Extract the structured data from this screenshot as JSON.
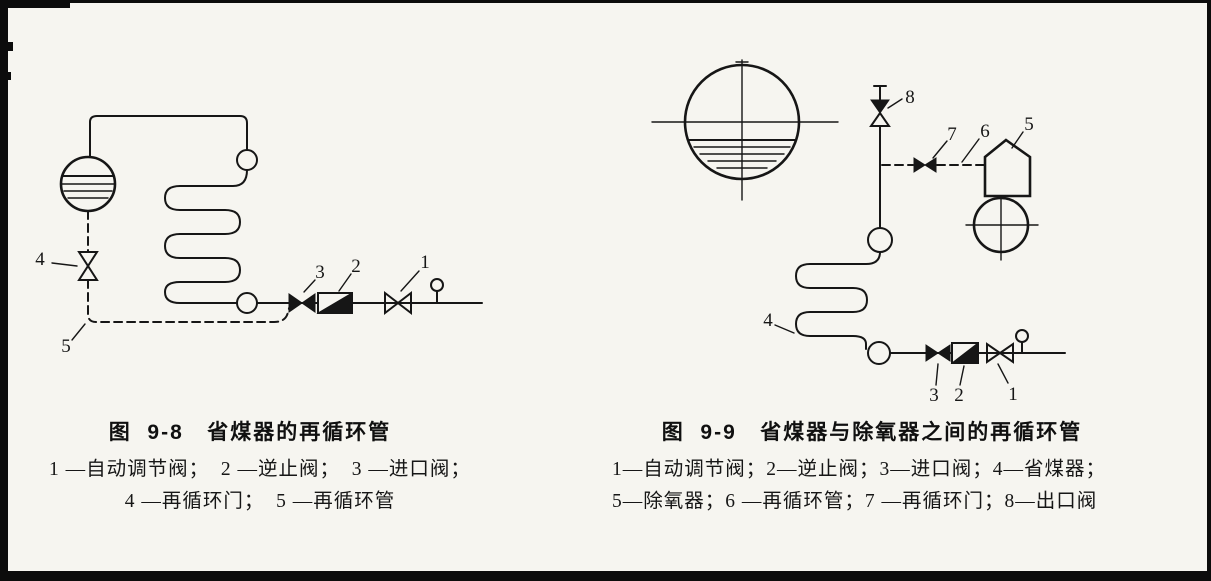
{
  "page": {
    "background": "#f6f5f0",
    "ink": "#161616"
  },
  "figure_left": {
    "caption": "图  9-8   省煤器的再循环管",
    "legend_line1": "1 —自动调节阀；  2 —逆止阀；  3 —进口阀；",
    "legend_line2": "4 —再循环门；  5 —再循环管",
    "labels": {
      "l1": "1",
      "l2": "2",
      "l3": "3",
      "l4": "4",
      "l5": "5"
    }
  },
  "figure_right": {
    "caption": "图  9-9   省煤器与除氧器之间的再循环管",
    "legend_line1": "1—自动调节阀；2—逆止阀；3—进口阀；4—省煤器；",
    "legend_line2": "5—除氧器；6 —再循环管；7 —再循环门；8—出口阀",
    "labels": {
      "l1": "1",
      "l2": "2",
      "l3": "3",
      "l4": "4",
      "l5": "5",
      "l6": "6",
      "l7": "7",
      "l8": "8"
    }
  }
}
